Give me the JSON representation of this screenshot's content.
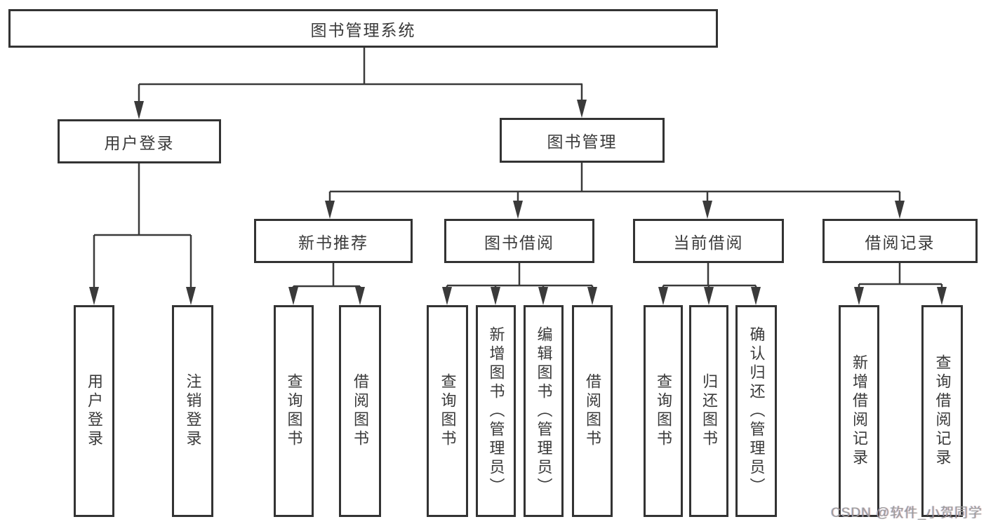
{
  "tree": {
    "label": "图书管理系统",
    "children": [
      {
        "label": "用户登录",
        "children": [
          {
            "label": "用户登录"
          },
          {
            "label": "注销登录"
          }
        ]
      },
      {
        "label": "图书管理",
        "children": [
          {
            "label": "新书推荐",
            "children": [
              {
                "label": "查询图书"
              },
              {
                "label": "借阅图书"
              }
            ]
          },
          {
            "label": "图书借阅",
            "children": [
              {
                "label": "查询图书"
              },
              {
                "label": "新增图书（管理员）"
              },
              {
                "label": "编辑图书（管理员）"
              },
              {
                "label": "借阅图书"
              }
            ]
          },
          {
            "label": "当前借阅",
            "children": [
              {
                "label": "查询图书"
              },
              {
                "label": "归还图书"
              },
              {
                "label": "确认归还（管理员）"
              }
            ]
          },
          {
            "label": "借阅记录",
            "children": [
              {
                "label": "新增借阅记录"
              },
              {
                "label": "查询借阅记录"
              }
            ]
          }
        ]
      }
    ]
  },
  "watermark": "CSDN @软件_小贺同学",
  "colors": {
    "line": "#3a3a3a",
    "box_border": "#333333",
    "text": "#3a3a3a",
    "background": "#ffffff",
    "watermark": "#9c9c9c"
  }
}
